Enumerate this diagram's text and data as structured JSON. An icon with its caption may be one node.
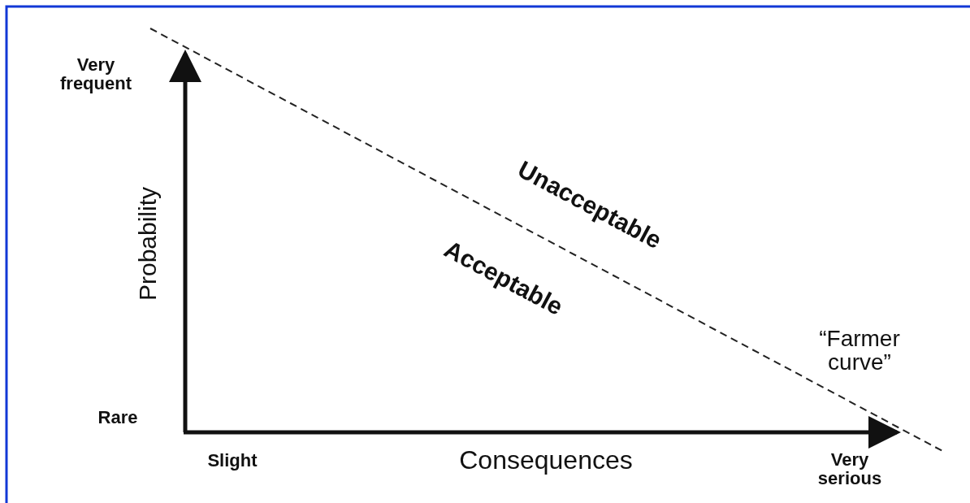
{
  "diagram": {
    "labels": [
      "Very frequent",
      "Probability",
      "Rare",
      "Slight",
      "Consequences",
      "Very serious",
      "Unacceptable",
      "Acceptable",
      "“Farmer curve”"
    ]
  }
}
